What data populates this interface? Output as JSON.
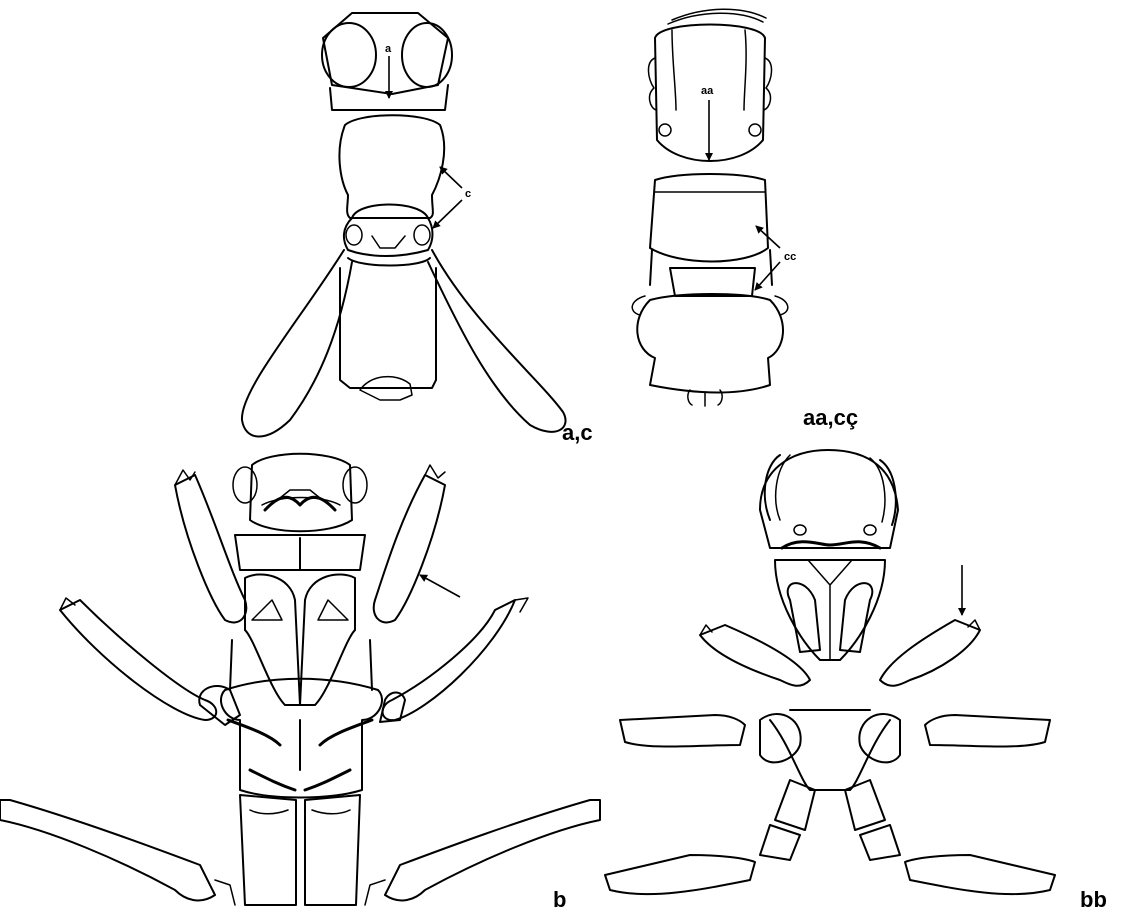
{
  "panels": {
    "a_c": {
      "label": "a,c",
      "pointer_a": "a",
      "pointer_c": "c"
    },
    "aa_cc": {
      "label": "aa,cç",
      "pointer_aa": "aa",
      "pointer_cc": "cc"
    },
    "b": {
      "label": "b"
    },
    "bb": {
      "label": "bb"
    }
  }
}
